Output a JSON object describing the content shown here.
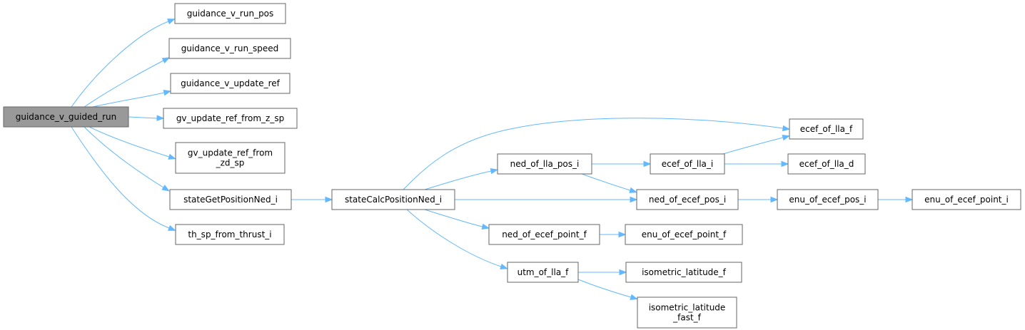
{
  "diagram": {
    "type": "call-graph",
    "colors": {
      "node_fill": "#ffffff",
      "root_fill": "#999999",
      "node_border": "#666666",
      "edge": "#63b8ff"
    },
    "nodes": [
      {
        "id": "root",
        "lines": [
          "guidance_v_guided_run"
        ],
        "root": true
      },
      {
        "id": "run_pos",
        "lines": [
          "guidance_v_run_pos"
        ]
      },
      {
        "id": "run_speed",
        "lines": [
          "guidance_v_run_speed"
        ]
      },
      {
        "id": "update_ref",
        "lines": [
          "guidance_v_update_ref"
        ]
      },
      {
        "id": "gv_update_z",
        "lines": [
          "gv_update_ref_from_z_sp"
        ]
      },
      {
        "id": "gv_update_zd",
        "lines": [
          "gv_update_ref_from",
          "_zd_sp"
        ]
      },
      {
        "id": "stateGet",
        "lines": [
          "stateGetPositionNed_i"
        ]
      },
      {
        "id": "th_sp",
        "lines": [
          "th_sp_from_thrust_i"
        ]
      },
      {
        "id": "stateCalc",
        "lines": [
          "stateCalcPositionNed_i"
        ]
      },
      {
        "id": "ned_lla_pos",
        "lines": [
          "ned_of_lla_pos_i"
        ]
      },
      {
        "id": "ned_ecef_point_f",
        "lines": [
          "ned_of_ecef_point_f"
        ]
      },
      {
        "id": "utm",
        "lines": [
          "utm_of_lla_f"
        ]
      },
      {
        "id": "ecef_lla_i",
        "lines": [
          "ecef_of_lla_i"
        ]
      },
      {
        "id": "ned_ecef_pos",
        "lines": [
          "ned_of_ecef_pos_i"
        ]
      },
      {
        "id": "enu_ecef_point_f",
        "lines": [
          "enu_of_ecef_point_f"
        ]
      },
      {
        "id": "iso_lat",
        "lines": [
          "isometric_latitude_f"
        ]
      },
      {
        "id": "iso_lat_fast",
        "lines": [
          "isometric_latitude",
          "_fast_f"
        ]
      },
      {
        "id": "ecef_lla_f",
        "lines": [
          "ecef_of_lla_f"
        ]
      },
      {
        "id": "ecef_lla_d",
        "lines": [
          "ecef_of_lla_d"
        ]
      },
      {
        "id": "enu_ecef_pos",
        "lines": [
          "enu_of_ecef_pos_i"
        ]
      },
      {
        "id": "enu_ecef_point_i",
        "lines": [
          "enu_of_ecef_point_i"
        ]
      }
    ],
    "edges": [
      {
        "from": "root",
        "to": "run_pos"
      },
      {
        "from": "root",
        "to": "run_speed"
      },
      {
        "from": "root",
        "to": "update_ref"
      },
      {
        "from": "root",
        "to": "gv_update_z"
      },
      {
        "from": "root",
        "to": "gv_update_zd"
      },
      {
        "from": "root",
        "to": "stateGet"
      },
      {
        "from": "root",
        "to": "th_sp"
      },
      {
        "from": "stateGet",
        "to": "stateCalc"
      },
      {
        "from": "stateCalc",
        "to": "ecef_lla_f"
      },
      {
        "from": "stateCalc",
        "to": "ned_lla_pos"
      },
      {
        "from": "stateCalc",
        "to": "ned_ecef_pos"
      },
      {
        "from": "stateCalc",
        "to": "ned_ecef_point_f"
      },
      {
        "from": "stateCalc",
        "to": "utm"
      },
      {
        "from": "ned_lla_pos",
        "to": "ecef_lla_i"
      },
      {
        "from": "ned_lla_pos",
        "to": "ned_ecef_pos"
      },
      {
        "from": "ecef_lla_i",
        "to": "ecef_lla_f"
      },
      {
        "from": "ecef_lla_i",
        "to": "ecef_lla_d"
      },
      {
        "from": "ned_ecef_pos",
        "to": "enu_ecef_pos"
      },
      {
        "from": "enu_ecef_pos",
        "to": "enu_ecef_point_i"
      },
      {
        "from": "ned_ecef_point_f",
        "to": "enu_ecef_point_f"
      },
      {
        "from": "utm",
        "to": "iso_lat"
      },
      {
        "from": "utm",
        "to": "iso_lat_fast"
      }
    ]
  }
}
